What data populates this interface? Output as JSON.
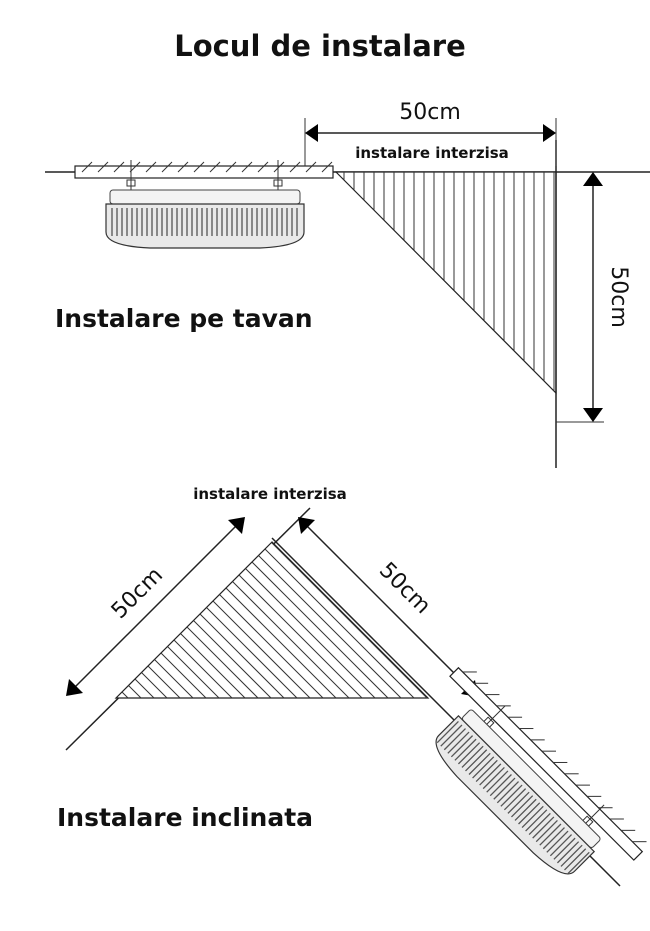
{
  "title": "Locul de instalare",
  "ceiling": {
    "caption": "Instalare pe tavan",
    "forbidden_label": "instalare interzisa",
    "horizontal_dimension": "50cm",
    "vertical_dimension": "50cm"
  },
  "inclined": {
    "caption": "Instalare inclinata",
    "forbidden_label": "instalare interzisa",
    "left_dimension": "50cm",
    "right_dimension": "50cm"
  }
}
